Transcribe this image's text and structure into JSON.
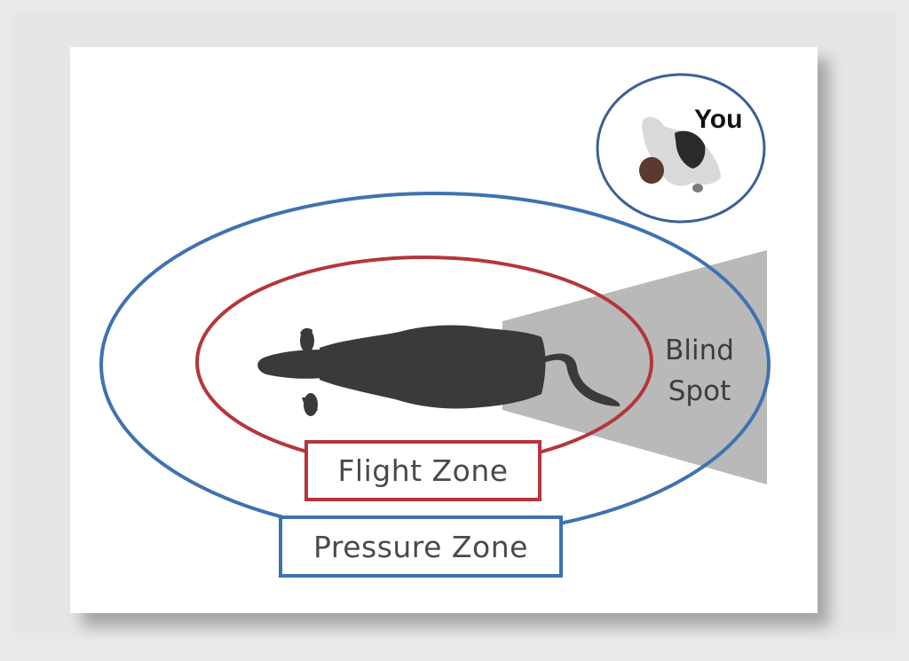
{
  "diagram": {
    "labels": {
      "you": "You",
      "blind_spot_line1": "Blind",
      "blind_spot_line2": "Spot",
      "flight_zone": "Flight Zone",
      "pressure_zone": "Pressure Zone"
    },
    "colors": {
      "flight_zone": "#b5353c",
      "pressure_zone": "#3f72b0",
      "you_circle": "#3d5f95",
      "blind_spot": "#b9b9b9",
      "cow": "#3a3a3a"
    },
    "icons": {
      "cow": "cow-top-view-icon",
      "person": "person-top-view-icon"
    }
  }
}
